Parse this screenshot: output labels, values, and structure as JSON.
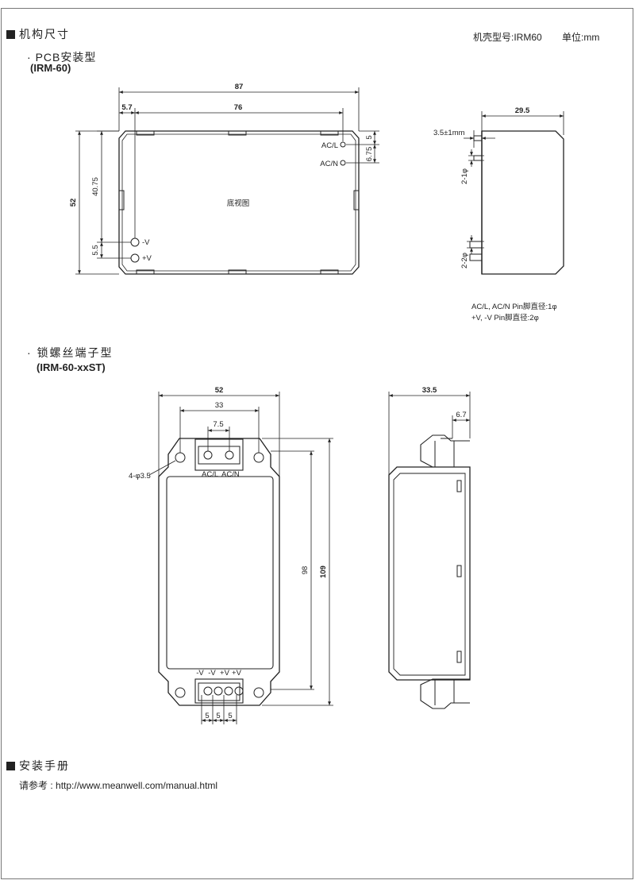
{
  "header": {
    "section_title": "机构尺寸",
    "case_no": "机壳型号:IRM60",
    "unit": "单位:mm"
  },
  "pcb": {
    "title": "PCB安装型",
    "model": "(IRM-60)",
    "dim_top": "87",
    "dim_left_inset": "5.7",
    "dim_inner_width": "76",
    "dim_height": "52",
    "dim_pin_span": "40.75",
    "dim_pin_pitch": "5.5",
    "dim_right_top": "5",
    "dim_right_mid": "6.75",
    "label_acl": "AC/L",
    "label_acn": "AC/N",
    "label_vminus": "-V",
    "label_vplus": "+V",
    "bottom_view": "底视图",
    "side_depth": "29.5",
    "pin_len": "3.5±1mm",
    "pin_dia_small": "2-1φ",
    "pin_dia_large": "2-2φ",
    "note1": "AC/L, AC/N Pin脚直径:1φ",
    "note2": "+V, -V Pin脚直径:2φ"
  },
  "st": {
    "title": "锁螺丝端子型",
    "model": "(IRM-60-xxST)",
    "dim_width": "52",
    "dim_hole_span": "33",
    "dim_terminal_pitch": "7.5",
    "label_acl": "AC/L",
    "label_acn": "AC/N",
    "hole_dia": "4-φ3.5",
    "dim_inner_height": "98",
    "dim_height": "109",
    "out_labels": [
      "-V",
      "-V",
      "+V",
      "+V"
    ],
    "out_pitch": [
      "5",
      "5",
      "5"
    ],
    "side_depth": "33.5",
    "side_flange": "6.7"
  },
  "manual": {
    "section_title": "安装手册",
    "ref_label": "请参考 :",
    "url": "http://www.meanwell.com/manual.html"
  }
}
